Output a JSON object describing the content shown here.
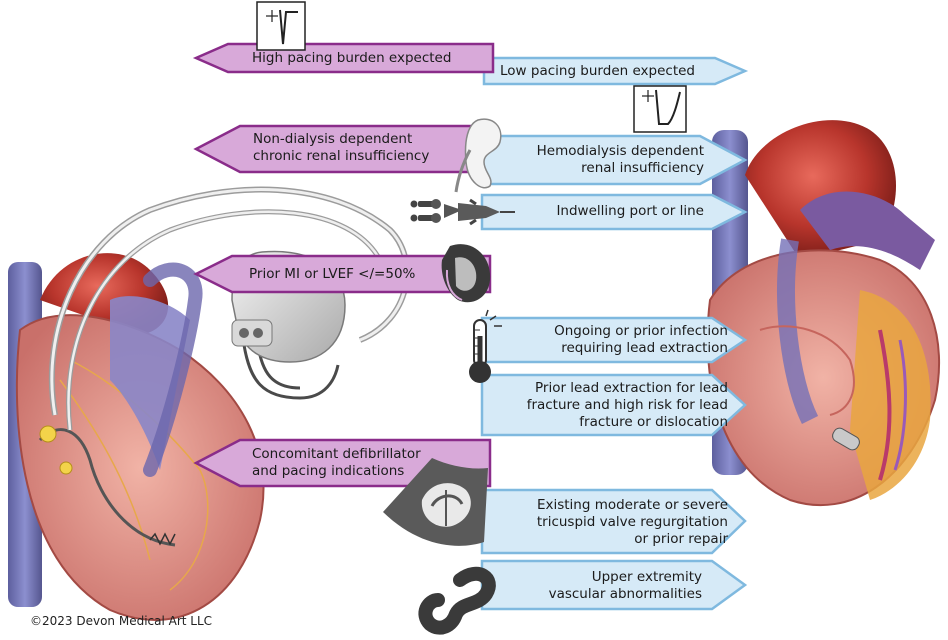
{
  "left_labels": {
    "high_pacing": "High pacing burden expected",
    "renal_1": "Non-dialysis dependent",
    "renal_2": "chronic renal insufficiency",
    "prior_mi": "Prior MI or LVEF </=50%",
    "defib_1": "Concomitant defibrillator",
    "defib_2": "and pacing indications"
  },
  "right_labels": {
    "low_pacing": "Low pacing burden expected",
    "hemo_1": "Hemodialysis dependent",
    "hemo_2": "renal insufficiency",
    "port": "Indwelling port or line",
    "infection_1": "Ongoing or prior infection",
    "infection_2": "requiring lead extraction",
    "extraction_1": "Prior lead extraction for lead",
    "extraction_2": "fracture and high risk for lead",
    "extraction_3": "fracture or dislocation",
    "tricuspid_1": "Existing moderate or severe",
    "tricuspid_2": "tricuspid valve regurgitation",
    "tricuspid_3": "or prior repair",
    "vascular_1": "Upper extremity",
    "vascular_2": "vascular abnormalities"
  },
  "credit": "©2023 Devon Medical Art LLC",
  "colors": {
    "purple_fill": "#d8a9d9",
    "purple_stroke": "#8a2c8a",
    "blue_fill": "#d6eaf7",
    "blue_stroke": "#7fb9df"
  },
  "icons": [
    "pacing-spike-icon",
    "biphasic-pacing-icon",
    "kidney-icon",
    "port-catheter-icon",
    "infarct-heart-icon",
    "thermometer-icon",
    "echo-image-icon",
    "vessel-icon"
  ]
}
